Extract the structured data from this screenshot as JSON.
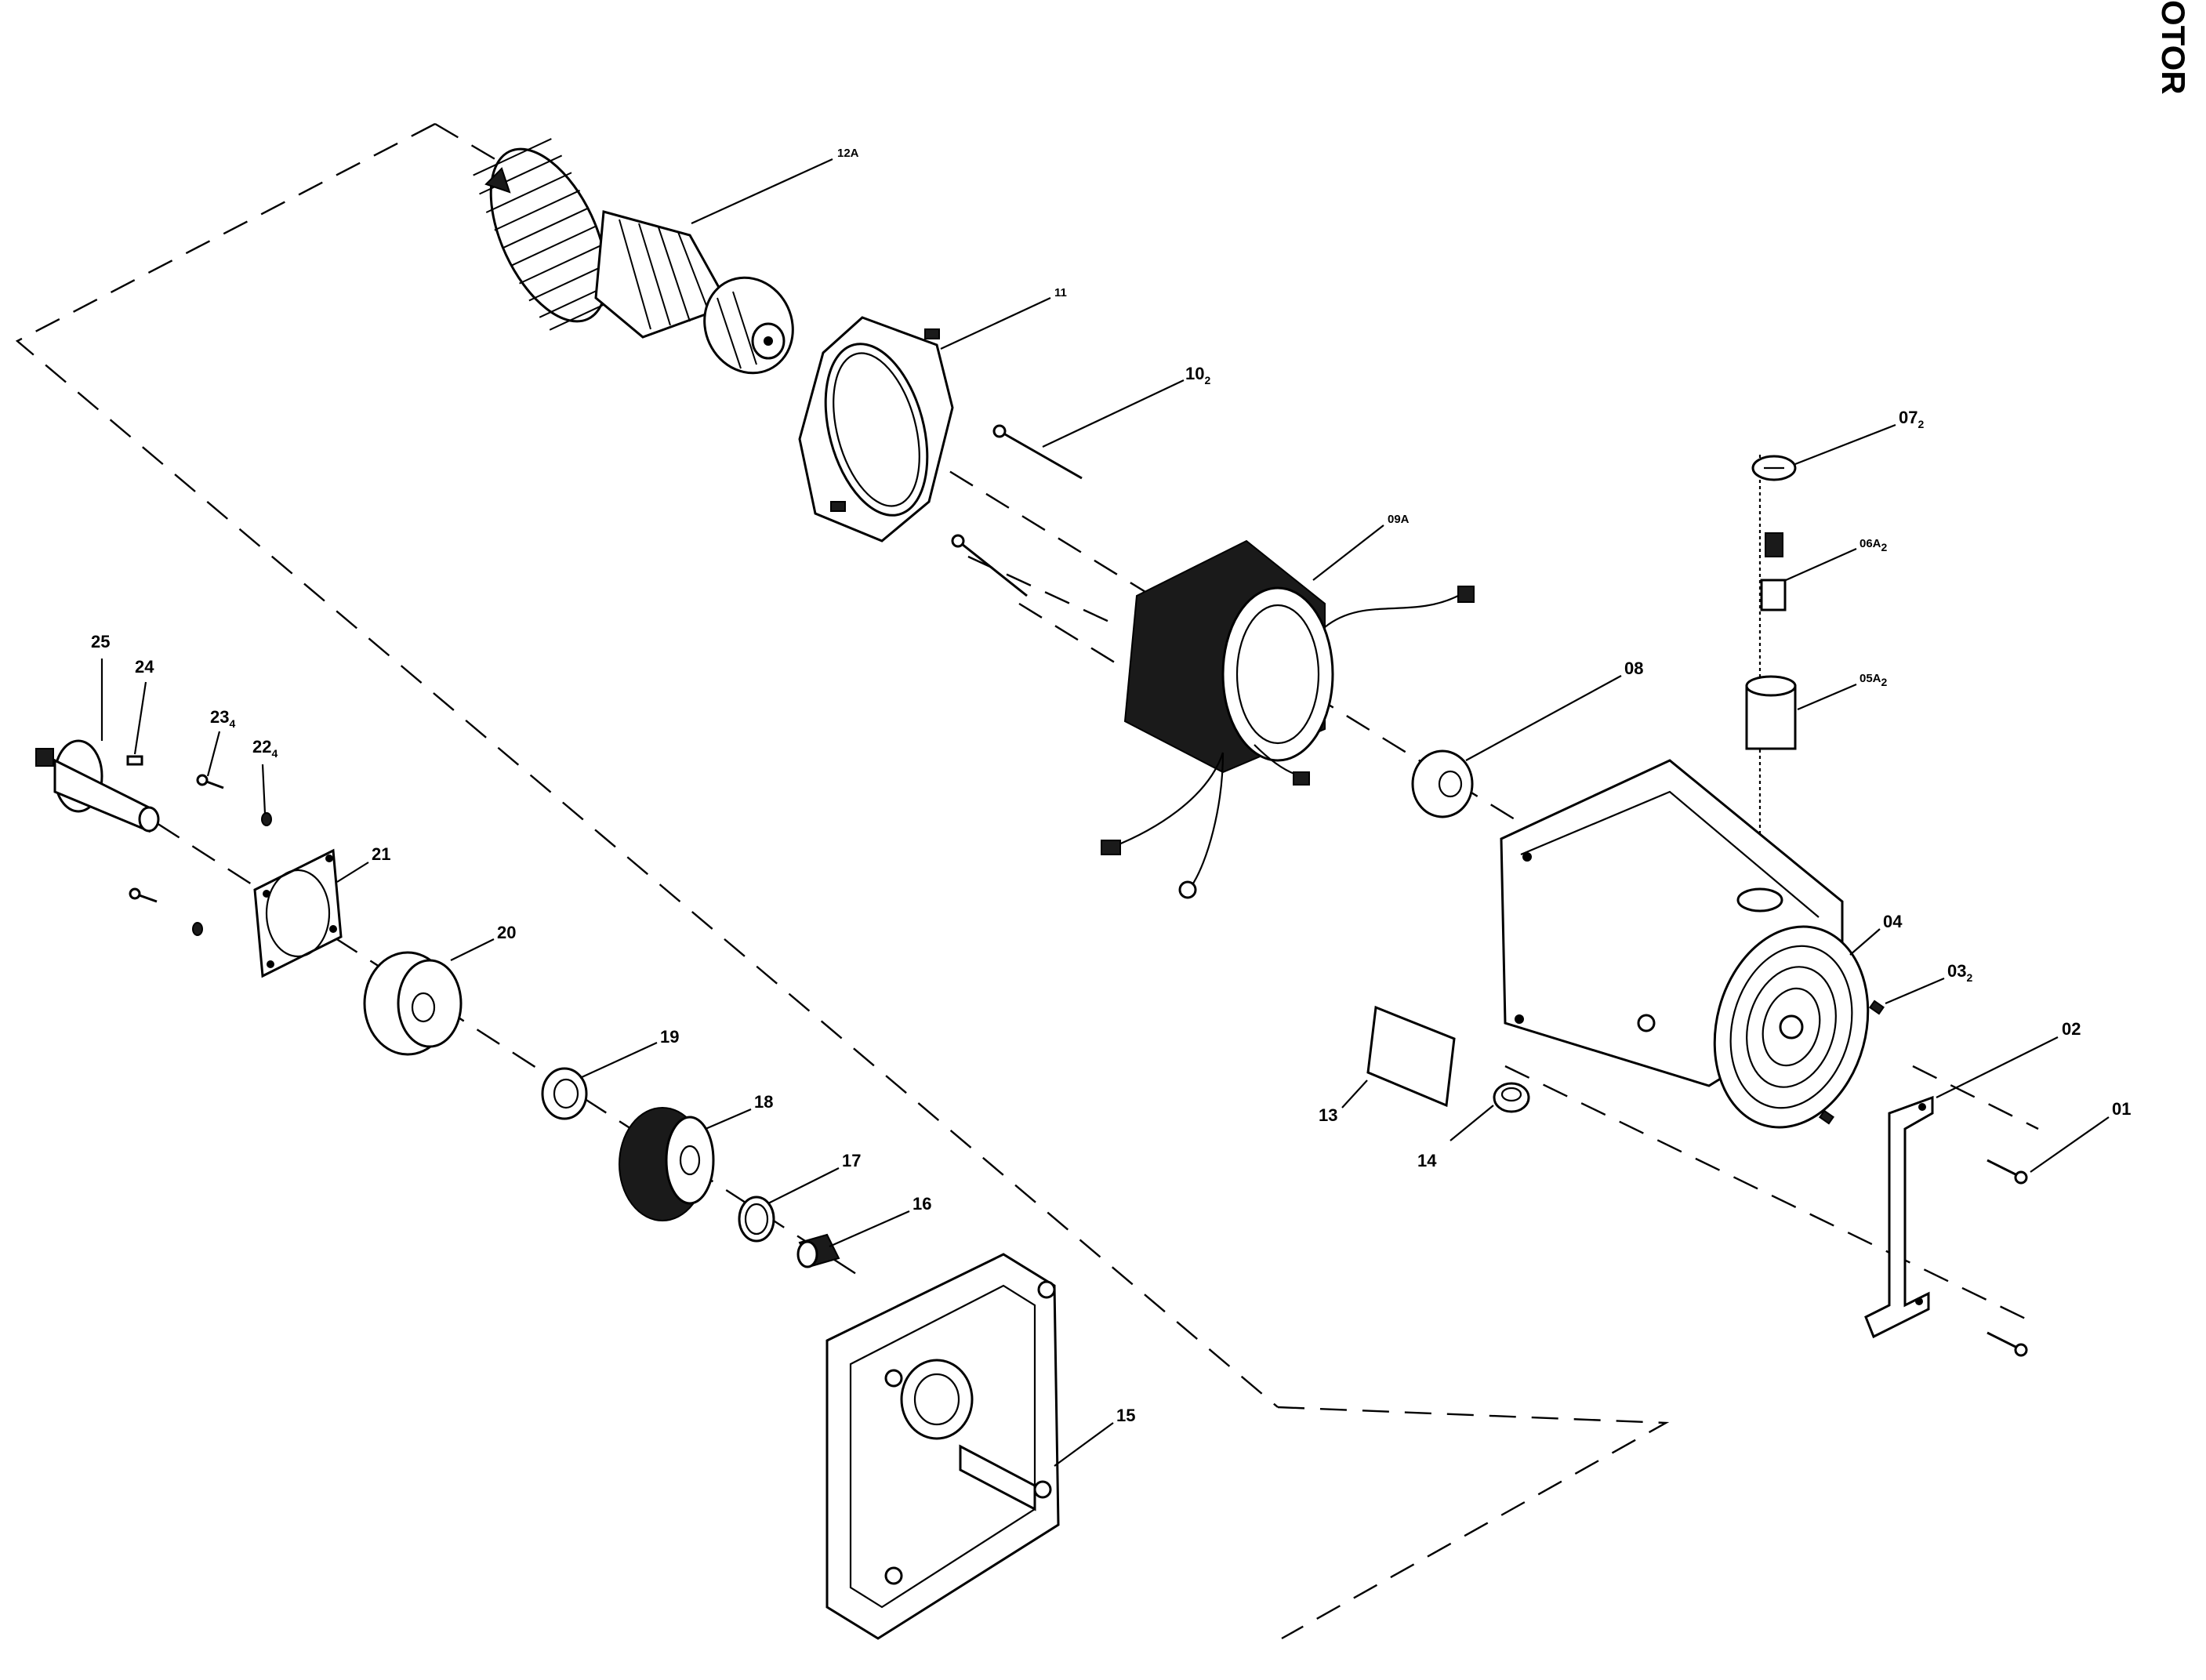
{
  "title": "OTOR",
  "callouts": [
    {
      "id": "12A",
      "main": "12A",
      "sub": ""
    },
    {
      "id": "11",
      "main": "11",
      "sub": ""
    },
    {
      "id": "10",
      "main": "10",
      "sub": "2"
    },
    {
      "id": "09A",
      "main": "09A",
      "sub": ""
    },
    {
      "id": "07",
      "main": "07",
      "sub": "2"
    },
    {
      "id": "06A",
      "main": "06A",
      "sub": "2"
    },
    {
      "id": "05A",
      "main": "05A",
      "sub": "2"
    },
    {
      "id": "08",
      "main": "08",
      "sub": ""
    },
    {
      "id": "04",
      "main": "04",
      "sub": ""
    },
    {
      "id": "03",
      "main": "03",
      "sub": "2"
    },
    {
      "id": "02",
      "main": "02",
      "sub": ""
    },
    {
      "id": "01",
      "main": "01",
      "sub": ""
    },
    {
      "id": "13",
      "main": "13",
      "sub": ""
    },
    {
      "id": "14",
      "main": "14",
      "sub": ""
    },
    {
      "id": "25",
      "main": "25",
      "sub": ""
    },
    {
      "id": "24",
      "main": "24",
      "sub": ""
    },
    {
      "id": "23",
      "main": "23",
      "sub": "4"
    },
    {
      "id": "22",
      "main": "22",
      "sub": "4"
    },
    {
      "id": "21",
      "main": "21",
      "sub": ""
    },
    {
      "id": "20",
      "main": "20",
      "sub": ""
    },
    {
      "id": "19",
      "main": "19",
      "sub": ""
    },
    {
      "id": "18",
      "main": "18",
      "sub": ""
    },
    {
      "id": "17",
      "main": "17",
      "sub": ""
    },
    {
      "id": "16",
      "main": "16",
      "sub": ""
    },
    {
      "id": "15",
      "main": "15",
      "sub": ""
    }
  ]
}
